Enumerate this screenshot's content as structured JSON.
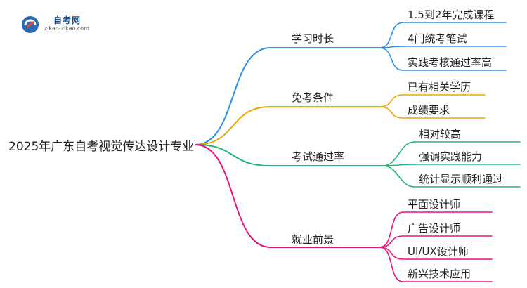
{
  "logo": {
    "name": "自考网",
    "url": "zikao-zikao.com"
  },
  "root": "2025年广东自考视觉传达设计专业",
  "branches": [
    {
      "label": "学习时长",
      "color": "#2f8fe8",
      "children": [
        "1.5到2年完成课程",
        "4门统考笔试",
        "实践考核通过率高"
      ]
    },
    {
      "label": "免考条件",
      "color": "#f0a500",
      "children": [
        "已有相关学历",
        "成绩要求"
      ]
    },
    {
      "label": "考试通过率",
      "color": "#22b573",
      "children": [
        "相对较高",
        "强调实践能力",
        "统计显示顺利通过"
      ]
    },
    {
      "label": "就业前景",
      "color": "#e8157a",
      "children": [
        "平面设计师",
        "广告设计师",
        "UI/UX设计师",
        "新兴技术应用"
      ]
    }
  ]
}
